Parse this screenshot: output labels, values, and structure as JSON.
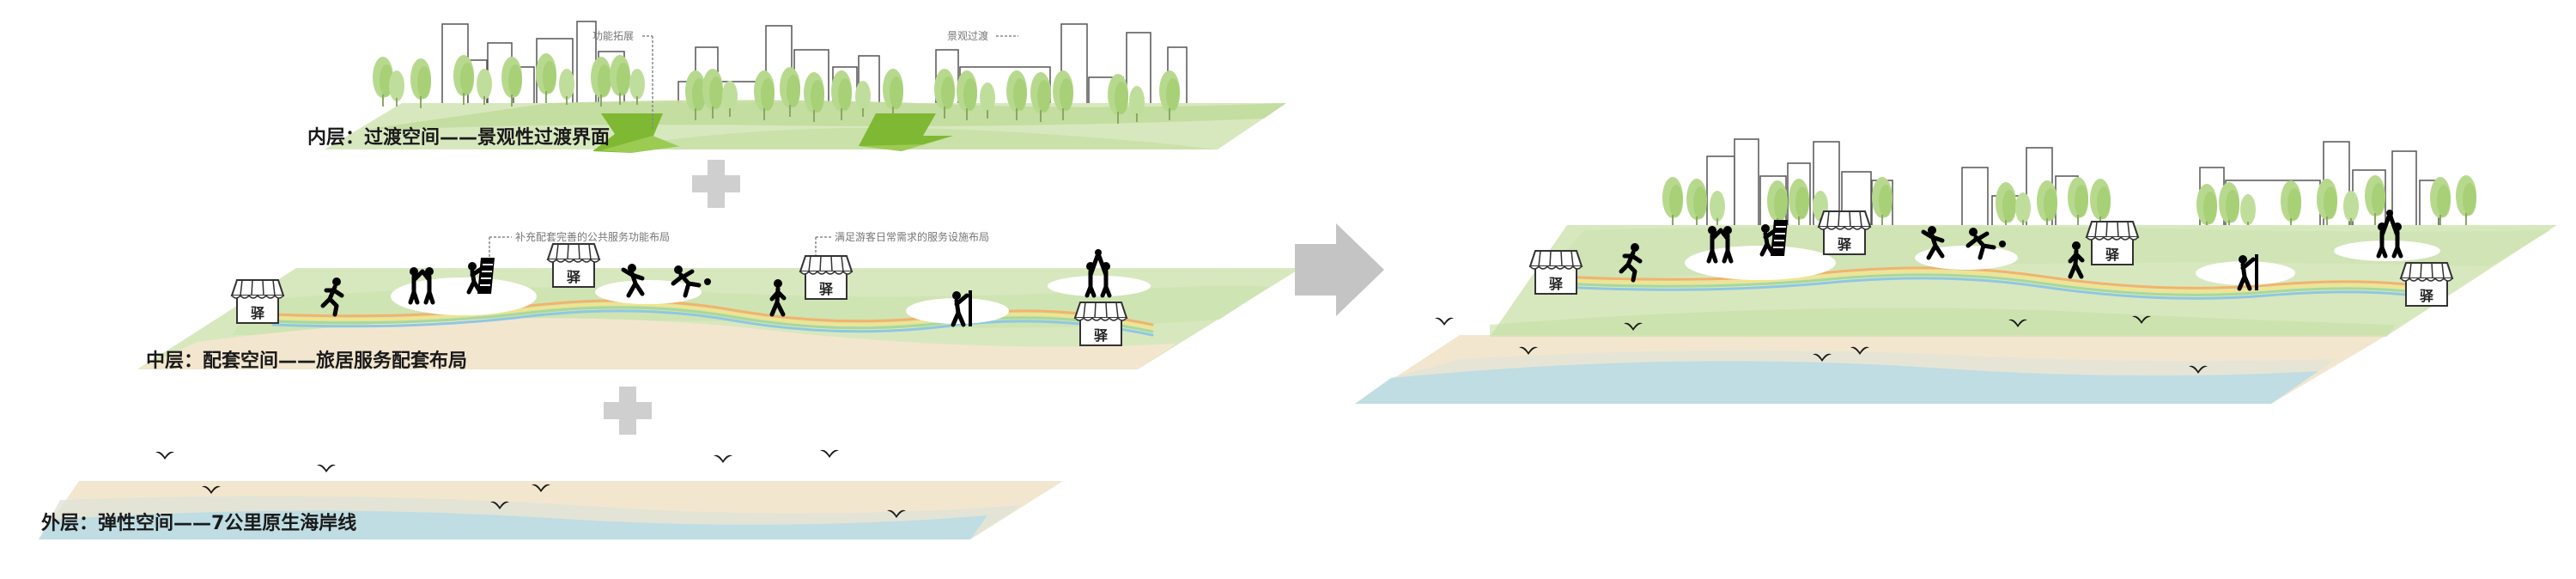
{
  "layers": {
    "inner": {
      "label": "内层：过渡空间——景观性过渡界面",
      "note_function": "功能拓展",
      "note_landscape": "景观过渡"
    },
    "middle": {
      "label": "中层：配套空间——旅居服务配套布局",
      "note_public": "补充配套完善的公共服务功能布局",
      "note_service": "满足游客日常需求的服务设施布局"
    },
    "outer": {
      "label": "外层：弹性空间——7公里原生海岸线"
    }
  },
  "station_char": "驿",
  "colors": {
    "grass_light": "#d8e8be",
    "grass_mid": "#b9d78f",
    "arrow_green": "#7fb832",
    "sand": "#f3e6cf",
    "sea": "#bfdde3",
    "plus_gray": "#cfcfcf",
    "arrow_gray": "#c4c4c4"
  }
}
